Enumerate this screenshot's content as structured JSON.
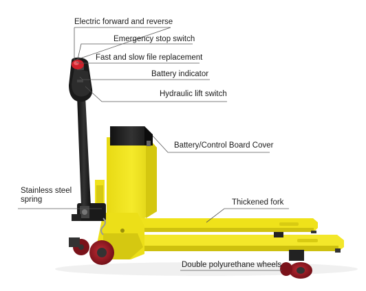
{
  "figure": {
    "labels": {
      "electric_forward_reverse": "Electric forward and reverse",
      "emergency_stop": "Emergency stop switch",
      "fast_slow": "Fast and slow file replacement",
      "battery_indicator": "Battery indicator",
      "hydraulic_lift": "Hydraulic lift switch",
      "battery_cover": "Battery/Control Board Cover",
      "stainless_spring": "Stainless steel spring",
      "thickened_fork": "Thickened fork",
      "double_wheels": "Double polyurethane wheels"
    },
    "colors": {
      "body_yellow": "#f2e51c",
      "yellow_shade": "#d9cc12",
      "yellow_dark": "#bfb20c",
      "handle_black": "#1c1c1c",
      "wheel_red": "#9b1b24",
      "button_red": "#d0202a",
      "leader_line": "#555555"
    }
  }
}
